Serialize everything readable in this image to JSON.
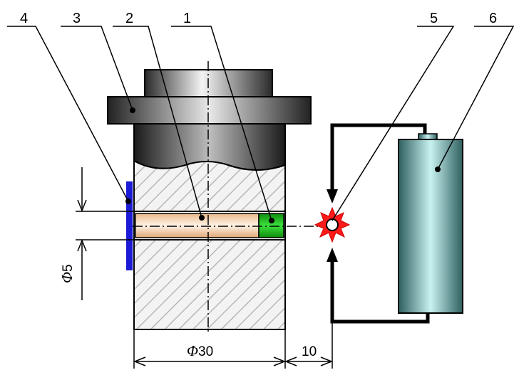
{
  "callouts": [
    "1",
    "2",
    "3",
    "4",
    "5",
    "6"
  ],
  "dimensions": {
    "diameter_symbol": "Φ",
    "hole_diameter": "5",
    "outer_diameter": "30",
    "gap": "10"
  },
  "colors": {
    "insert_green": "#1fbf1f",
    "rod_peach": "#f5c9a0",
    "shim_blue": "#1b1bd6",
    "spark_red": "#ff1a1a",
    "battery_teal": "#7fc9c9",
    "circuit_wire": "#000000"
  }
}
